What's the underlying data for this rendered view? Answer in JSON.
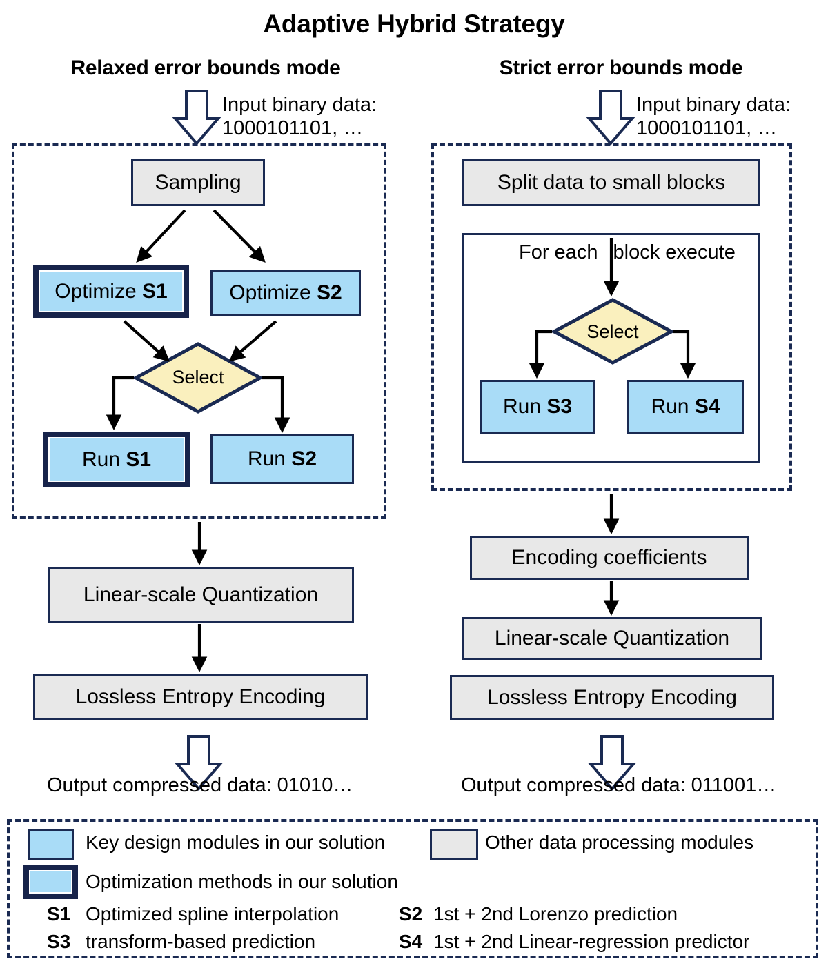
{
  "title": "Adaptive Hybrid Strategy",
  "left_panel": {
    "mode_title": "Relaxed error bounds mode",
    "input_label_line1": "Input binary data:",
    "input_label_line2": "1000101101, …",
    "sampling": "Sampling",
    "optimize_s1_prefix": "Optimize ",
    "optimize_s1_key": "S1",
    "optimize_s2_prefix": "Optimize ",
    "optimize_s2_key": "S2",
    "select": "Select",
    "run_s1_prefix": "Run ",
    "run_s1_key": "S1",
    "run_s2_prefix": "Run ",
    "run_s2_key": "S2",
    "quantization": "Linear-scale Quantization",
    "entropy": "Lossless Entropy Encoding",
    "output_label": "Output compressed data: 01010…"
  },
  "right_panel": {
    "mode_title": "Strict error bounds mode",
    "input_label_line1": "Input binary data:",
    "input_label_line2": "1000101101, …",
    "split": "Split data to small blocks",
    "for_each_before": "For each ",
    "for_each_after": "block execute",
    "select": "Select",
    "run_s3_prefix": "Run ",
    "run_s3_key": "S3",
    "run_s4_prefix": "Run ",
    "run_s4_key": "S4",
    "encoding_coefficients": "Encoding coefficients",
    "quantization": "Linear-scale Quantization",
    "entropy": "Lossless Entropy Encoding",
    "output_label": "Output compressed data: 011001…"
  },
  "legend": {
    "key_design": "Key design modules in our solution",
    "other_modules": "Other data processing modules",
    "optimization_methods": "Optimization methods in our solution",
    "entries": [
      {
        "key": "S1",
        "desc": "Optimized spline interpolation"
      },
      {
        "key": "S2",
        "desc": "1st + 2nd Lorenzo prediction"
      },
      {
        "key": "S3",
        "desc": "transform-based prediction"
      },
      {
        "key": "S4",
        "desc": "1st + 2nd Linear-regression predictor"
      }
    ]
  },
  "colors": {
    "outline": "#1a2a52",
    "outline_thick": "#17234a",
    "grey_fill": "#e8e8e8",
    "blue_fill": "#a9dcf7",
    "yellow_fill": "#faf0be",
    "arrow": "#000000"
  }
}
